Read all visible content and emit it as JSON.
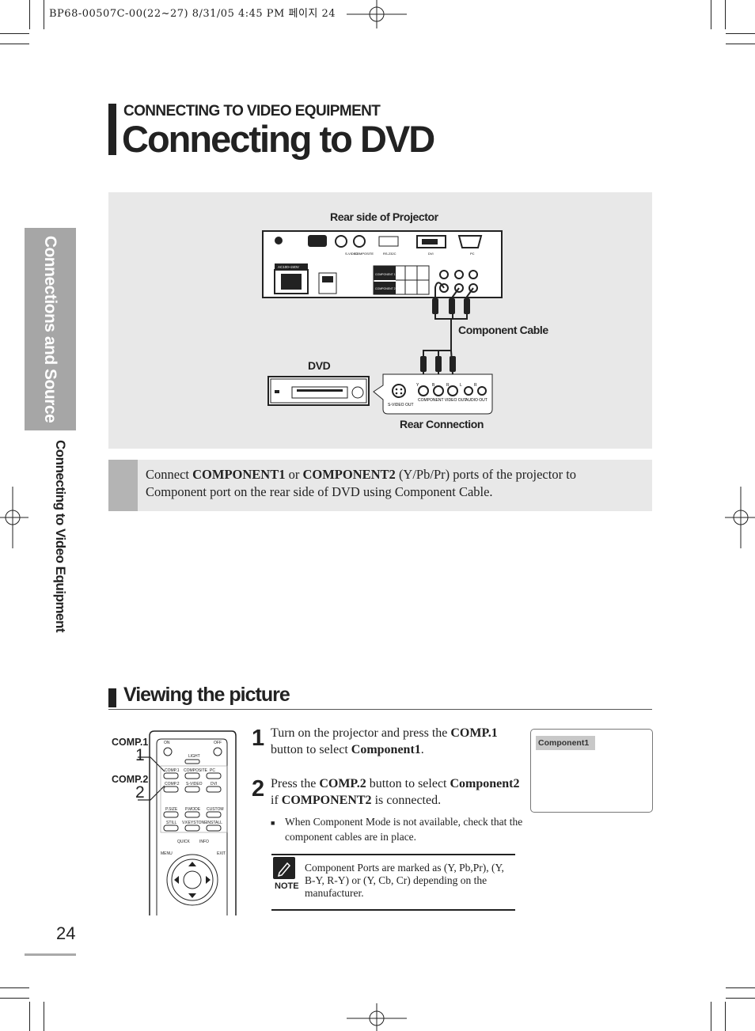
{
  "print_header": "BP68-00507C-00(22~27)  8/31/05  4:45 PM 페이지 24",
  "side_tab": {
    "chapter": "Connections and Source Setup",
    "subchapter": "Connecting to Video Equipment"
  },
  "section_label": "CONNECTING TO VIDEO EQUIPMENT",
  "page_title": "Connecting to DVD",
  "diagram": {
    "rear_side_label": "Rear side of Projector",
    "component_cable_label": "Component Cable",
    "dvd_label": "DVD",
    "rear_connection_label": "Rear Connection",
    "projector_ports": [
      "S-VIDEO",
      "COMPOSITE",
      "RS-232C",
      "DVI",
      "PC"
    ],
    "power_label": "AC100~240V",
    "component_port_labels": [
      "COMPONENT 1",
      "COMPONENT 2"
    ],
    "dvd_ports": [
      "S-VIDEO OUT",
      "COMPONENT VIDEO OUT",
      "AUDIO OUT"
    ],
    "dvd_port_letters": [
      "Y",
      "B",
      "R",
      "L",
      "R"
    ]
  },
  "instruction": {
    "p1": "Connect ",
    "b1": "COMPONENT1",
    "p2": " or ",
    "b2": "COMPONENT2",
    "p3": " (Y/Pb/Pr) ports of the projector to Component port on the rear side of DVD using Component Cable."
  },
  "viewing": {
    "title": "Viewing the picture",
    "comp1_label": "COMP.1",
    "comp1_num": "1",
    "comp2_label": "COMP.2",
    "comp2_num": "2",
    "remote_buttons": [
      "ON",
      "OFF",
      "LIGHT",
      "COMP.1",
      "COMPOSITE",
      "PC",
      "COMP.2",
      "S-VIDEO",
      "DVI",
      "P.SIZE",
      "P.MODE",
      "CUSTOM",
      "STILL",
      "V.KEYSTONE",
      "INSTALL",
      "QUICK",
      "INFO",
      "MENU",
      "EXIT"
    ],
    "step1_num": "1",
    "step1_a": "Turn on the projector and press the ",
    "step1_b": "COMP.1",
    "step1_c": " button to select ",
    "step1_d": "Component1",
    "step1_e": ".",
    "step2_num": "2",
    "step2_a": "Press the ",
    "step2_b": "COMP.2",
    "step2_c": " button to select ",
    "step2_d": "Component2",
    "step2_e": " if ",
    "step2_f": "COMPONENT2",
    "step2_g": " is connected.",
    "bullet": "When Component Mode is not available, check that the component cables are in place.",
    "bullet_mark": "■",
    "note_label": "NOTE",
    "note_text": "Component Ports are marked as (Y, Pb,Pr), (Y, B-Y, R-Y) or (Y, Cb, Cr) depending on the manufacturer.",
    "screen_tag": "Component1"
  },
  "page_number": "24"
}
